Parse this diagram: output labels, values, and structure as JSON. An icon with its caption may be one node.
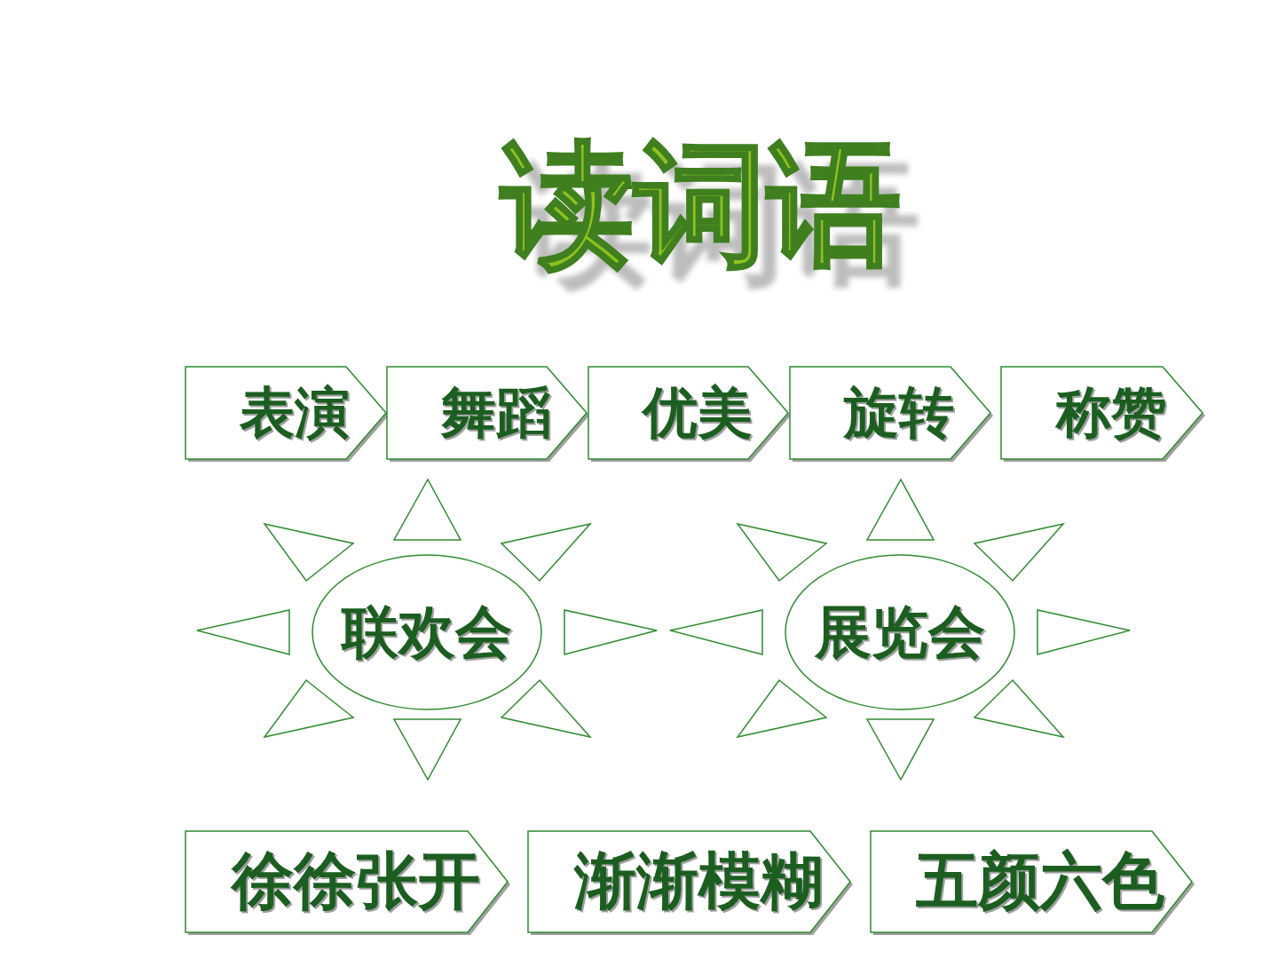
{
  "diagram": {
    "title": "读词语",
    "nodes": [
      {
        "text": [
          "表演"
        ]
      },
      {
        "text": [
          "舞蹈"
        ]
      },
      {
        "text": [
          "优美"
        ]
      },
      {
        "text": [
          "旋转"
        ]
      },
      {
        "text": [
          "称赞"
        ]
      },
      {
        "text": [
          "联欢会"
        ]
      },
      {
        "text": [
          "展览会"
        ]
      },
      {
        "text": [
          "徐徐张开"
        ]
      },
      {
        "text": [
          "渐渐模糊"
        ]
      },
      {
        "text": [
          "五颜六色"
        ]
      }
    ]
  }
}
